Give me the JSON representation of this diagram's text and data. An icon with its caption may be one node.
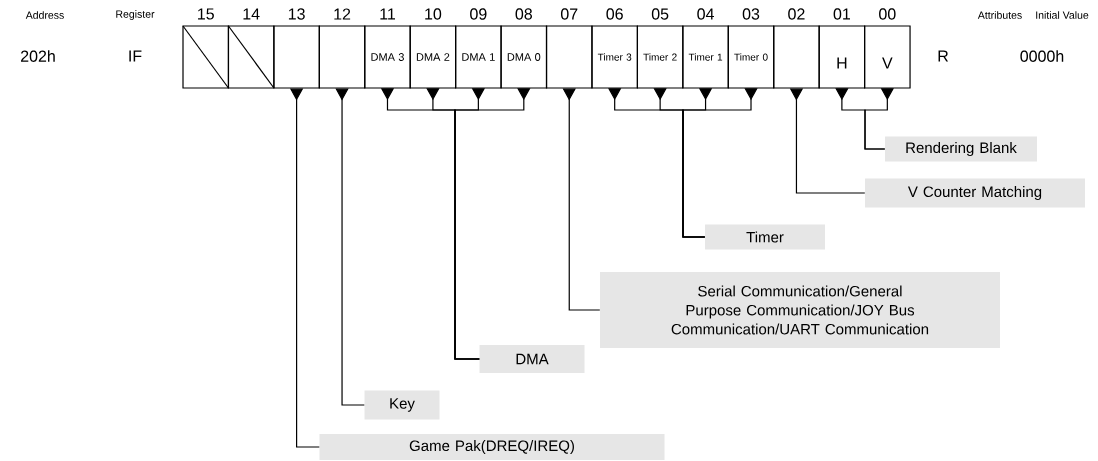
{
  "diagram": {
    "nodes": [
      {
        "text": [],
        "shape": "box"
      },
      {
        "text": [],
        "shape": "box"
      },
      {
        "text": [],
        "shape": "box"
      },
      {
        "text": [],
        "shape": "box"
      },
      {
        "text": [
          "DMA 3"
        ]
      },
      {
        "text": [
          "DMA 2"
        ]
      },
      {
        "text": [
          "DMA 1"
        ]
      },
      {
        "text": [
          "DMA 0"
        ]
      },
      {
        "text": [],
        "shape": "box"
      },
      {
        "text": [
          "Timer 3"
        ]
      },
      {
        "text": [
          "Timer 2"
        ]
      },
      {
        "text": [
          "Timer 1"
        ]
      },
      {
        "text": [
          "Timer 0"
        ]
      },
      {
        "text": [],
        "shape": "box"
      },
      {
        "text": [
          "H"
        ]
      },
      {
        "text": [
          "V"
        ]
      },
      {
        "text": [
          "Rendering Blank"
        ]
      },
      {
        "text": [
          "V Counter Matching"
        ]
      },
      {
        "text": [
          "Timer"
        ]
      },
      {
        "text": [
          "Serial Communication/General Purpose Communication/JOY Bus Communication/UART Communication"
        ]
      },
      {
        "text": [
          "DMA"
        ]
      },
      {
        "text": [
          "Key"
        ]
      },
      {
        "text": [
          "Game Pak(DREQ/IREQ)"
        ]
      }
    ],
    "edges": [
      {
        "from": 14,
        "to": 16,
        "arrow": "to"
      },
      {
        "from": 15,
        "to": 16,
        "arrow": "to"
      },
      {
        "from": 13,
        "to": 17,
        "arrow": "to"
      },
      {
        "from": 9,
        "to": 18,
        "arrow": "to"
      },
      {
        "from": 10,
        "to": 18,
        "arrow": "to"
      },
      {
        "from": 11,
        "to": 18,
        "arrow": "to"
      },
      {
        "from": 12,
        "to": 18,
        "arrow": "to"
      },
      {
        "from": 8,
        "to": 19,
        "arrow": "to"
      },
      {
        "from": 4,
        "to": 20,
        "arrow": "to"
      },
      {
        "from": 5,
        "to": 20,
        "arrow": "to"
      },
      {
        "from": 6,
        "to": 20,
        "arrow": "to"
      },
      {
        "from": 7,
        "to": 20,
        "arrow": "to"
      },
      {
        "from": 3,
        "to": 21,
        "arrow": "to"
      },
      {
        "from": 2,
        "to": 22,
        "arrow": "to"
      }
    ],
    "labels": [
      "Address",
      "Register",
      "15",
      "14",
      "13",
      "12",
      "11",
      "10",
      "09",
      "08",
      "07",
      "06",
      "05",
      "04",
      "03",
      "02",
      "01",
      "00",
      "Attributes",
      "Initial Value",
      "202h",
      "IF",
      "R",
      "0000h"
    ]
  }
}
